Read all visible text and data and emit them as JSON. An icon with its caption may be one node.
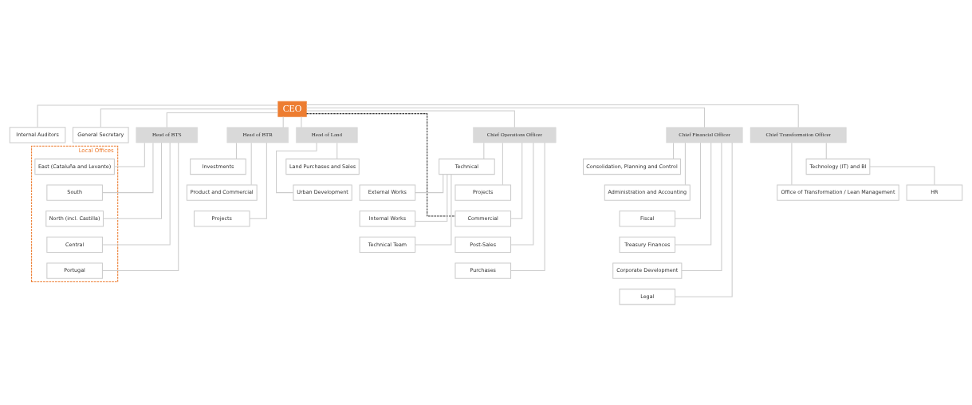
{
  "diagram": {
    "nodes": [
      {
        "text": [
          "CEO"
        ]
      },
      {
        "text": [
          "Internal Auditors"
        ]
      },
      {
        "text": [
          "General Secretary"
        ]
      },
      {
        "text": [
          "Head of BTS"
        ]
      },
      {
        "text": [
          "Local Offices"
        ]
      },
      {
        "text": [
          "East (Cataluña and Levante)"
        ],
        "in": 4
      },
      {
        "text": [
          "South"
        ],
        "in": 4
      },
      {
        "text": [
          "North (incl. Castilla)"
        ],
        "in": 4
      },
      {
        "text": [
          "Central"
        ],
        "in": 4
      },
      {
        "text": [
          "Portugal"
        ],
        "in": 4
      },
      {
        "text": [
          "Head of BTR"
        ]
      },
      {
        "text": [
          "Investments"
        ]
      },
      {
        "text": [
          "Product and Commercial"
        ]
      },
      {
        "text": [
          "Projects"
        ]
      },
      {
        "text": [
          "Head of Land"
        ]
      },
      {
        "text": [
          "Land Purchases and Sales"
        ]
      },
      {
        "text": [
          "Urban Development"
        ]
      },
      {
        "text": [
          "Chief Operations Officer"
        ]
      },
      {
        "text": [
          "Technical"
        ]
      },
      {
        "text": [
          "External Works"
        ]
      },
      {
        "text": [
          "Internal Works"
        ]
      },
      {
        "text": [
          "Technical Team"
        ]
      },
      {
        "text": [
          "Projects"
        ]
      },
      {
        "text": [
          "Commercial"
        ]
      },
      {
        "text": [
          "Post-Sales"
        ]
      },
      {
        "text": [
          "Purchases"
        ]
      },
      {
        "text": [
          "Chief Financial Officer"
        ]
      },
      {
        "text": [
          "Consolidation, Planning and Control"
        ]
      },
      {
        "text": [
          "Administration and Accounting"
        ]
      },
      {
        "text": [
          "Fiscal"
        ]
      },
      {
        "text": [
          "Treasury Finances"
        ]
      },
      {
        "text": [
          "Corporate Development"
        ]
      },
      {
        "text": [
          "Legal"
        ]
      },
      {
        "text": [
          "Chief Transformation Officer"
        ]
      },
      {
        "text": [
          "Technology (IT) and BI"
        ]
      },
      {
        "text": [
          "Office of Transformation / Lean Management"
        ]
      },
      {
        "text": [
          "HR"
        ]
      }
    ],
    "edges": [
      {
        "from": 0,
        "to": 1,
        "arrow": "none"
      },
      {
        "from": 0,
        "to": 2,
        "arrow": "none"
      },
      {
        "from": 0,
        "to": 3,
        "arrow": "none"
      },
      {
        "from": 0,
        "to": 10,
        "arrow": "none"
      },
      {
        "from": 0,
        "to": 14,
        "arrow": "none"
      },
      {
        "from": 0,
        "to": 17,
        "arrow": "none"
      },
      {
        "from": 0,
        "to": 26,
        "arrow": "none"
      },
      {
        "from": 0,
        "to": 33,
        "arrow": "none"
      },
      {
        "from": 3,
        "to": 5,
        "arrow": "none"
      },
      {
        "from": 3,
        "to": 6,
        "arrow": "none"
      },
      {
        "from": 3,
        "to": 7,
        "arrow": "none"
      },
      {
        "from": 3,
        "to": 8,
        "arrow": "none"
      },
      {
        "from": 3,
        "to": 9,
        "arrow": "none"
      },
      {
        "from": 10,
        "to": 11,
        "arrow": "none"
      },
      {
        "from": 10,
        "to": 12,
        "arrow": "none"
      },
      {
        "from": 10,
        "to": 13,
        "arrow": "none"
      },
      {
        "from": 14,
        "to": 15,
        "arrow": "none"
      },
      {
        "from": 14,
        "to": 16,
        "arrow": "none"
      },
      {
        "from": 17,
        "to": 18,
        "arrow": "none"
      },
      {
        "from": 18,
        "to": 19,
        "arrow": "none"
      },
      {
        "from": 18,
        "to": 20,
        "arrow": "none"
      },
      {
        "from": 18,
        "to": 21,
        "arrow": "none"
      },
      {
        "from": 17,
        "to": 22,
        "arrow": "none"
      },
      {
        "from": 17,
        "to": 23,
        "arrow": "none"
      },
      {
        "from": 17,
        "to": 24,
        "arrow": "none"
      },
      {
        "from": 17,
        "to": 25,
        "arrow": "none"
      },
      {
        "from": 26,
        "to": 27,
        "arrow": "none"
      },
      {
        "from": 26,
        "to": 28,
        "arrow": "none"
      },
      {
        "from": 26,
        "to": 29,
        "arrow": "none"
      },
      {
        "from": 26,
        "to": 30,
        "arrow": "none"
      },
      {
        "from": 26,
        "to": 31,
        "arrow": "none"
      },
      {
        "from": 26,
        "to": 32,
        "arrow": "none"
      },
      {
        "from": 33,
        "to": 34,
        "arrow": "none"
      },
      {
        "from": 33,
        "to": 35,
        "arrow": "none"
      },
      {
        "from": 34,
        "to": 36,
        "arrow": "none"
      },
      {
        "from": 0,
        "to": 23,
        "arrow": "none",
        "style": "dashed",
        "color": "#333333"
      }
    ]
  }
}
